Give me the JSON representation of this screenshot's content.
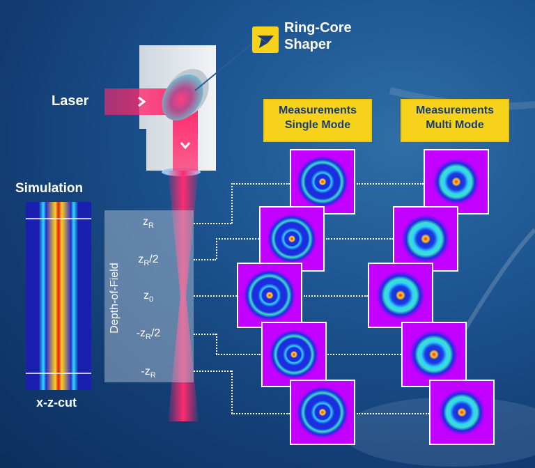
{
  "labels": {
    "shaper_line1": "Ring-Core",
    "shaper_line2": "Shaper",
    "laser": "Laser",
    "simulation": "Simulation",
    "xzcut": "x-z-cut",
    "dof": "Depth-of-Field",
    "single_line1": "Measurements",
    "single_line2": "Single Mode",
    "multi_line1": "Measurements",
    "multi_line2": "Multi Mode",
    "z_sub": "R",
    "z0_sub": "0",
    "half": "/2",
    "z": "z",
    "neg": "-"
  },
  "colors": {
    "beam": "#ff2a6d",
    "label_bg": "#f6d21a",
    "label_text": "#1a3d78",
    "measurement_bg": "#c200ff"
  },
  "icons": [
    "shaper-logo-icon",
    "arrow-right-icon",
    "arrow-down-icon"
  ]
}
